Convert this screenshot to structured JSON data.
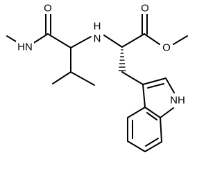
{
  "structure": {
    "atom_labels": {
      "amide_oxygen": "O",
      "amide_nitrogen": "HN",
      "amine_nitrogen": "N",
      "amine_hydrogen": "H",
      "carbonyl_oxygen": "O",
      "ester_oxygen": "O",
      "indole_nitrogen": "NH"
    },
    "colors": {
      "bond": "#000000",
      "label": "#000000",
      "background": "#ffffff"
    }
  }
}
